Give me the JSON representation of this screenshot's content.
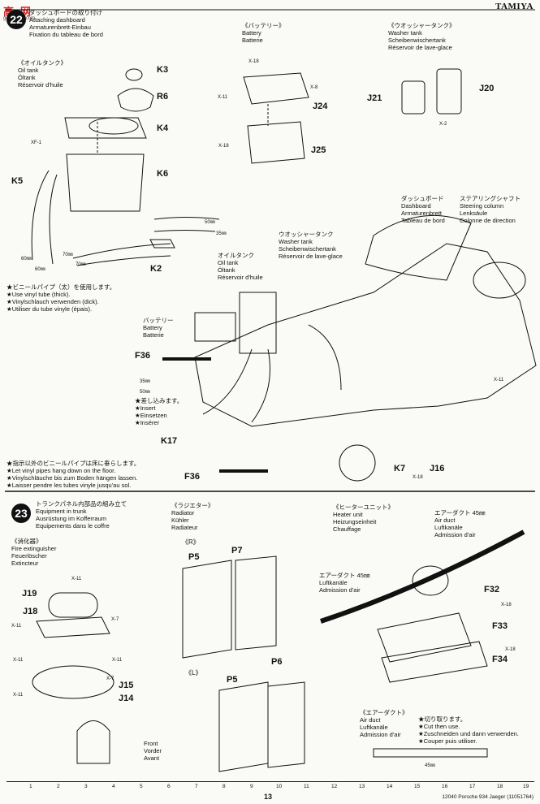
{
  "brand": "TAMIYA",
  "watermark": {
    "title": "高●网",
    "sub": "goo.shuai.com"
  },
  "page_number": "13",
  "footer": "12040 Porsche 934 Jaeger (11051764)",
  "ruler": [
    "1",
    "2",
    "3",
    "4",
    "5",
    "6",
    "7",
    "8",
    "9",
    "10",
    "11",
    "12",
    "13",
    "14",
    "15",
    "16",
    "17",
    "18",
    "19"
  ],
  "step22": {
    "number": "22",
    "title_jp": "ダッシュボードの取り付け",
    "title_lines": [
      "Attaching dashboard",
      "Armaturenbrett-Einbau",
      "Fixation du tableau de bord"
    ],
    "oil_tank": {
      "jp": "《オイルタンク》",
      "lines": [
        "Oil tank",
        "Öltank",
        "Réservoir d'huile"
      ]
    },
    "battery": {
      "jp": "《バッテリー》",
      "lines": [
        "Battery",
        "Batterie"
      ]
    },
    "washer": {
      "jp": "《ウオッシャータンク》",
      "lines": [
        "Washer tank",
        "Scheibenwischertank",
        "Réservoir de lave-glace"
      ]
    },
    "parts": [
      "K3",
      "R6",
      "K4",
      "K6",
      "K5",
      "K2",
      "J24",
      "J25",
      "J21",
      "J20",
      "F36",
      "K17",
      "F36",
      "K7",
      "J16"
    ],
    "screws": [
      "XF-1",
      "X-18",
      "X-8",
      "X-11",
      "X-18",
      "X-2",
      "X-11",
      "X-18"
    ],
    "lengths": [
      "50㎜",
      "35㎜",
      "70㎜",
      "70㎜",
      "60㎜",
      "60㎜",
      "35㎜",
      "50㎜"
    ],
    "vinyl_note": {
      "jp": "★ビニールパイプ（太）を使用します。",
      "lines": [
        "★Use vinyl tube (thick).",
        "★Vinylschlauch verwenden (dick).",
        "★Utiliser du tube vinyle (épais)."
      ]
    },
    "insert_note": {
      "jp": "★差し込みます。",
      "lines": [
        "★Insert",
        "★Einsetzen",
        "★Insérer"
      ]
    },
    "hang_note": {
      "jp": "★指示以外のビニールパイプは床に垂らします。",
      "lines": [
        "★Let vinyl pipes hang down on the floor.",
        "★Vinylschläuche bis zum Boden hängen lassen.",
        "★Laisser pendre les tubes vinyle jusqu'au sol."
      ]
    },
    "dash_label": {
      "jp": "ダッシュボード",
      "lines": [
        "Dashboard",
        "Armaturenbrett",
        "Tableau de bord"
      ]
    },
    "steering_label": {
      "jp": "ステアリングシャフト",
      "lines": [
        "Steering column",
        "Lenksäule",
        "Colonne de direction"
      ]
    },
    "washer_label": {
      "jp": "ウオッシャータンク",
      "lines": [
        "Washer tank",
        "Scheibenwischertank",
        "Réservoir de lave-glace"
      ]
    },
    "oil_label": {
      "jp": "オイルタンク",
      "lines": [
        "Oil tank",
        "Öltank",
        "Réservoir d'huile"
      ]
    },
    "battery_label": {
      "jp": "バッテリー",
      "lines": [
        "Battery",
        "Batterie"
      ]
    }
  },
  "step23": {
    "number": "23",
    "title_jp": "トランクパネル内部品の組み立て",
    "title_lines": [
      "Equipment in trunk",
      "Ausrüstung im Kofferraum",
      "Equipements dans le coffre"
    ],
    "fire": {
      "jp": "《消化器》",
      "lines": [
        "Fire extinguisher",
        "Feuerlöscher",
        "Extincteur"
      ]
    },
    "radiator": {
      "jp": "《ラジエター》",
      "lines": [
        "Radiator",
        "Kühler",
        "Radiateur"
      ]
    },
    "heater": {
      "jp": "《ヒーターユニット》",
      "lines": [
        "Heater unit",
        "Heizungseinheit",
        "Chauffage"
      ]
    },
    "air_duct_a": {
      "jp": "エアーダクト 45㎜",
      "lines": [
        "Air duct",
        "Luftkanäle",
        "Admission d'air"
      ]
    },
    "air_duct_b": {
      "jp": "エアーダクト 45㎜",
      "lines": [
        "Luftkanäle",
        "Admission d'air"
      ]
    },
    "air_duct_c": {
      "jp": "《エアーダクト》",
      "lines": [
        "Air duct",
        "Luftkanäle",
        "Admission d'air"
      ]
    },
    "cut_note": {
      "jp": "★切り取ります。",
      "lines": [
        "★Cut then use.",
        "★Zuschneiden und dann verwenden.",
        "★Couper puis utiliser."
      ]
    },
    "front": [
      "Front",
      "Vorder",
      "Avant"
    ],
    "side_r": "《R》",
    "side_l": "《L》",
    "parts": [
      "J19",
      "J18",
      "J15",
      "J14",
      "P5",
      "P7",
      "P5",
      "P6",
      "F32",
      "F33",
      "F34"
    ],
    "screws": [
      "X-11",
      "X-11",
      "X-7",
      "X-11",
      "X-11",
      "X-11",
      "X-7",
      "X-18",
      "X-18"
    ],
    "duct_len": "45㎜"
  }
}
